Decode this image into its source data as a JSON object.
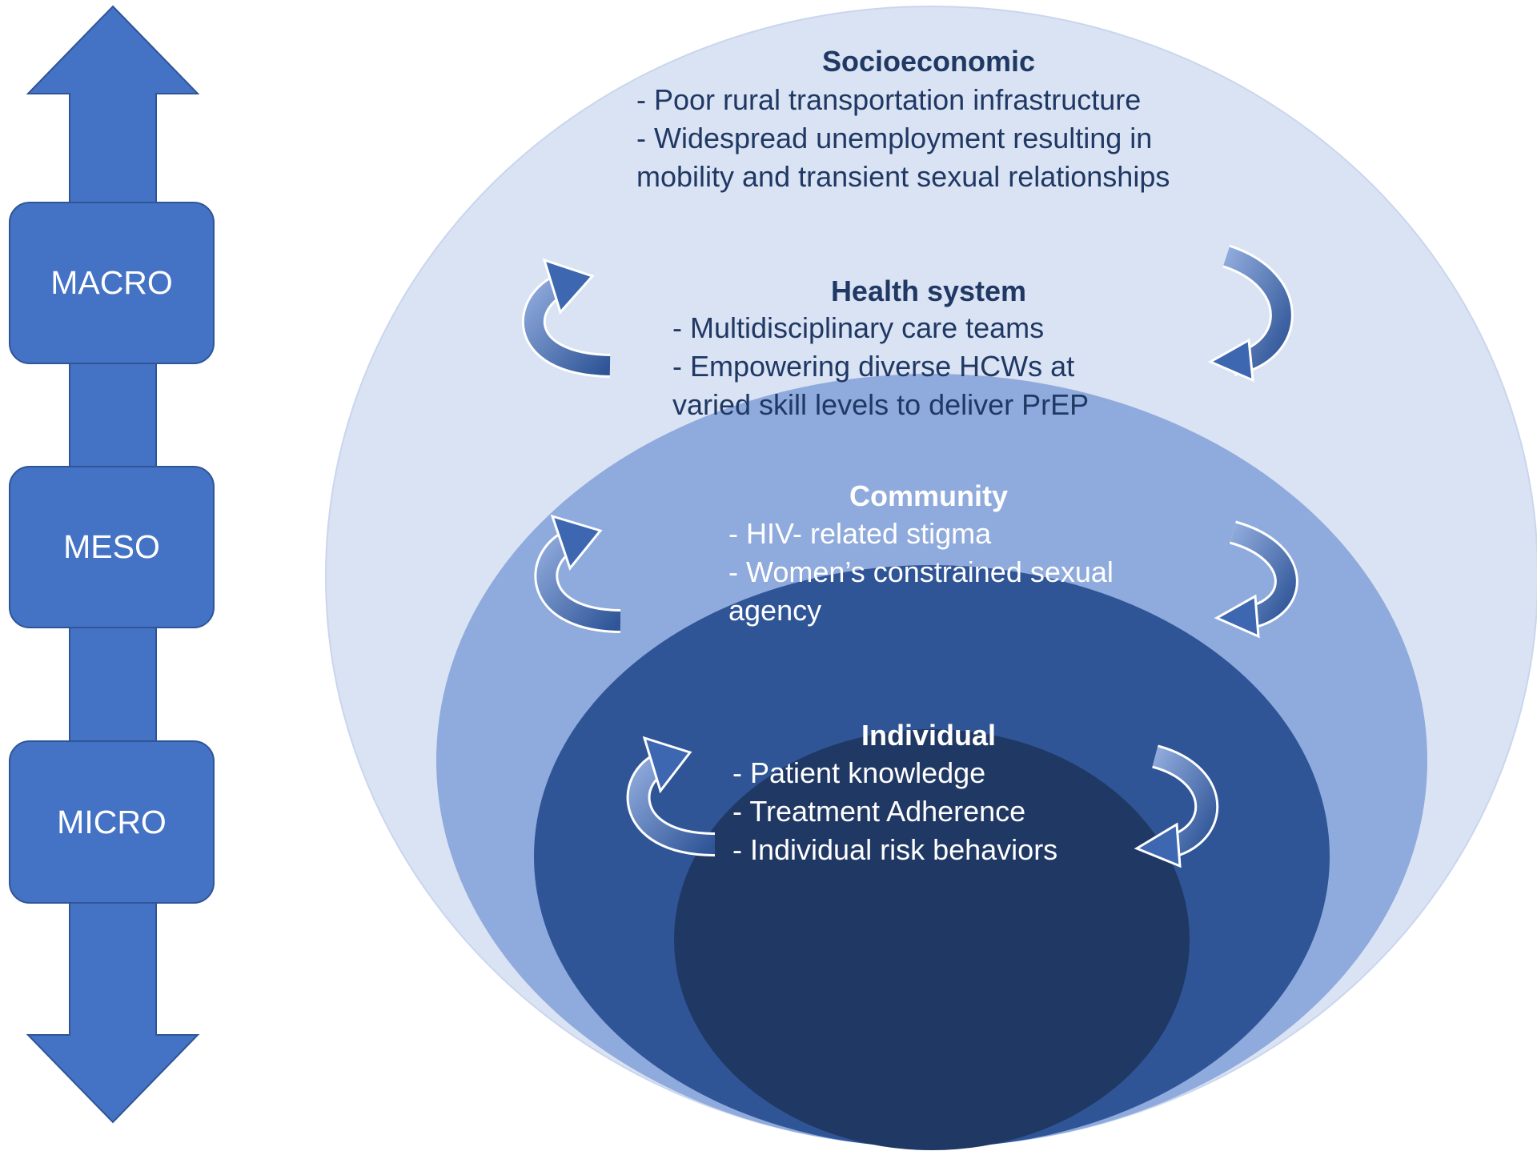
{
  "levels": {
    "macro": "MACRO",
    "meso": "MESO",
    "micro": "MICRO"
  },
  "circles": {
    "socioeconomic": {
      "title": "Socioeconomic",
      "items": [
        "-  Poor rural transportation infrastructure",
        "-  Widespread unemployment resulting in",
        "mobility and transient sexual relationships"
      ]
    },
    "health_system": {
      "title": "Health system",
      "items": [
        "- Multidisciplinary care teams",
        "- Empowering diverse HCWs at",
        "varied skill levels to deliver PrEP"
      ]
    },
    "community": {
      "title": "Community",
      "items": [
        "- HIV- related stigma",
        "- Women’s constrained sexual",
        "agency"
      ]
    },
    "individual": {
      "title": "Individual",
      "items": [
        "- Patient knowledge",
        "- Treatment Adherence",
        "- Individual risk behaviors"
      ]
    }
  },
  "colors": {
    "axis_arrow": "#4472c4",
    "socioeconomic_circle": "#dae3f3",
    "health_system_circle": "#8faadc",
    "community_circle": "#2f5597",
    "individual_circle": "#203864",
    "title_dark": "#1f3864"
  }
}
